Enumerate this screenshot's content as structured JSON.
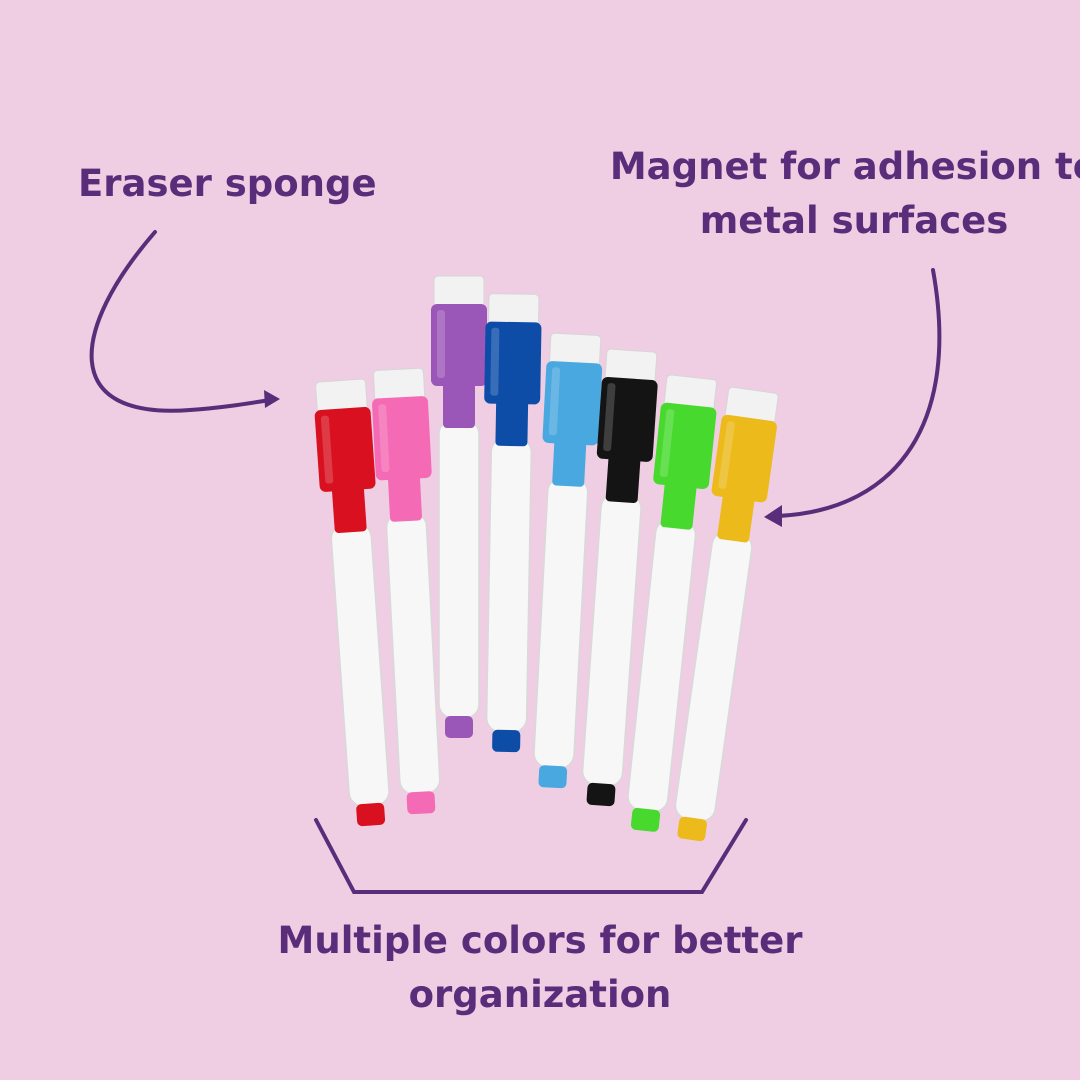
{
  "colors": {
    "background": "#EFCDE3",
    "text": "#5A2D7A",
    "arrow": "#5A2D7A",
    "marker_body": "#F7F7F7",
    "sponge": "#F2F2F2"
  },
  "callouts": {
    "eraser": "Eraser sponge",
    "magnet": "Magnet for adhesion to\nmetal surfaces",
    "colors": "Multiple colors for better\norganization"
  },
  "markers": [
    {
      "name": "red",
      "color": "#D8101F"
    },
    {
      "name": "pink",
      "color": "#F46AB4"
    },
    {
      "name": "purple",
      "color": "#9B57B8"
    },
    {
      "name": "blue",
      "color": "#0D4DA8"
    },
    {
      "name": "light-blue",
      "color": "#4AA8E0"
    },
    {
      "name": "black",
      "color": "#141414"
    },
    {
      "name": "green",
      "color": "#47D92E"
    },
    {
      "name": "yellow",
      "color": "#ECBA1A"
    }
  ]
}
